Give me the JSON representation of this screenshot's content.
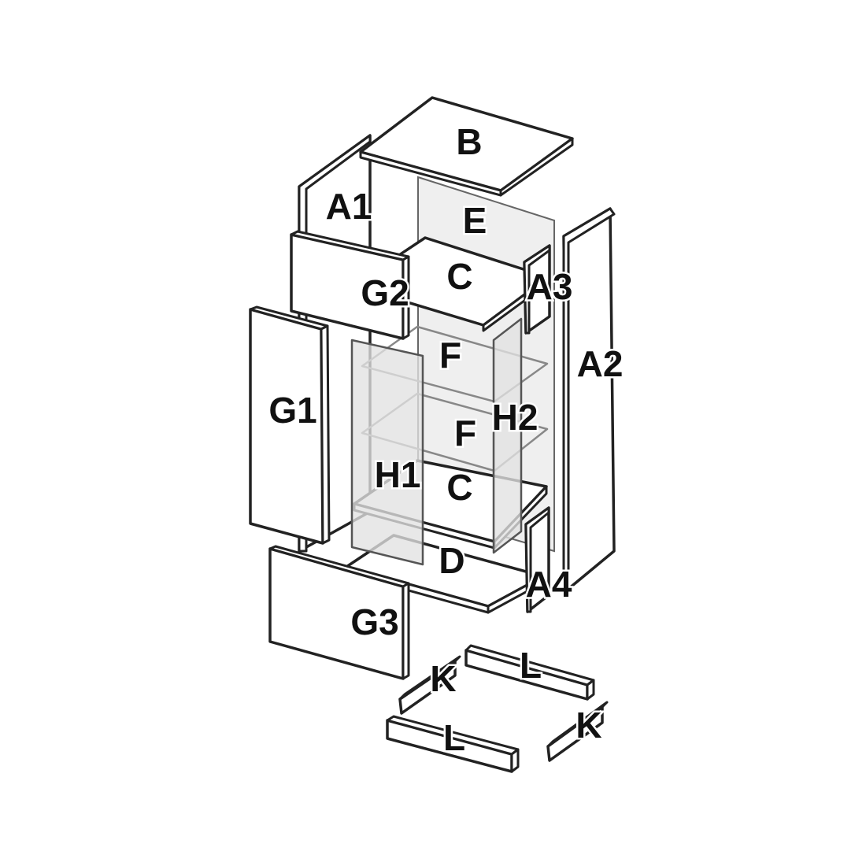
{
  "labels": {
    "B": "B",
    "A1": "A1",
    "E": "E",
    "C_top": "C",
    "A3": "A3",
    "G2": "G2",
    "A2": "A2",
    "F_top": "F",
    "G1": "G1",
    "H2": "H2",
    "F_bottom": "F",
    "H1": "H1",
    "C_bottom": "C",
    "D": "D",
    "A4": "A4",
    "G3": "G3",
    "L_top": "L",
    "K_left": "K",
    "K_right": "K",
    "L_bottom": "L"
  },
  "colors": {
    "line": "#222222",
    "glass": "#e2e2e2",
    "background": "#ffffff"
  }
}
